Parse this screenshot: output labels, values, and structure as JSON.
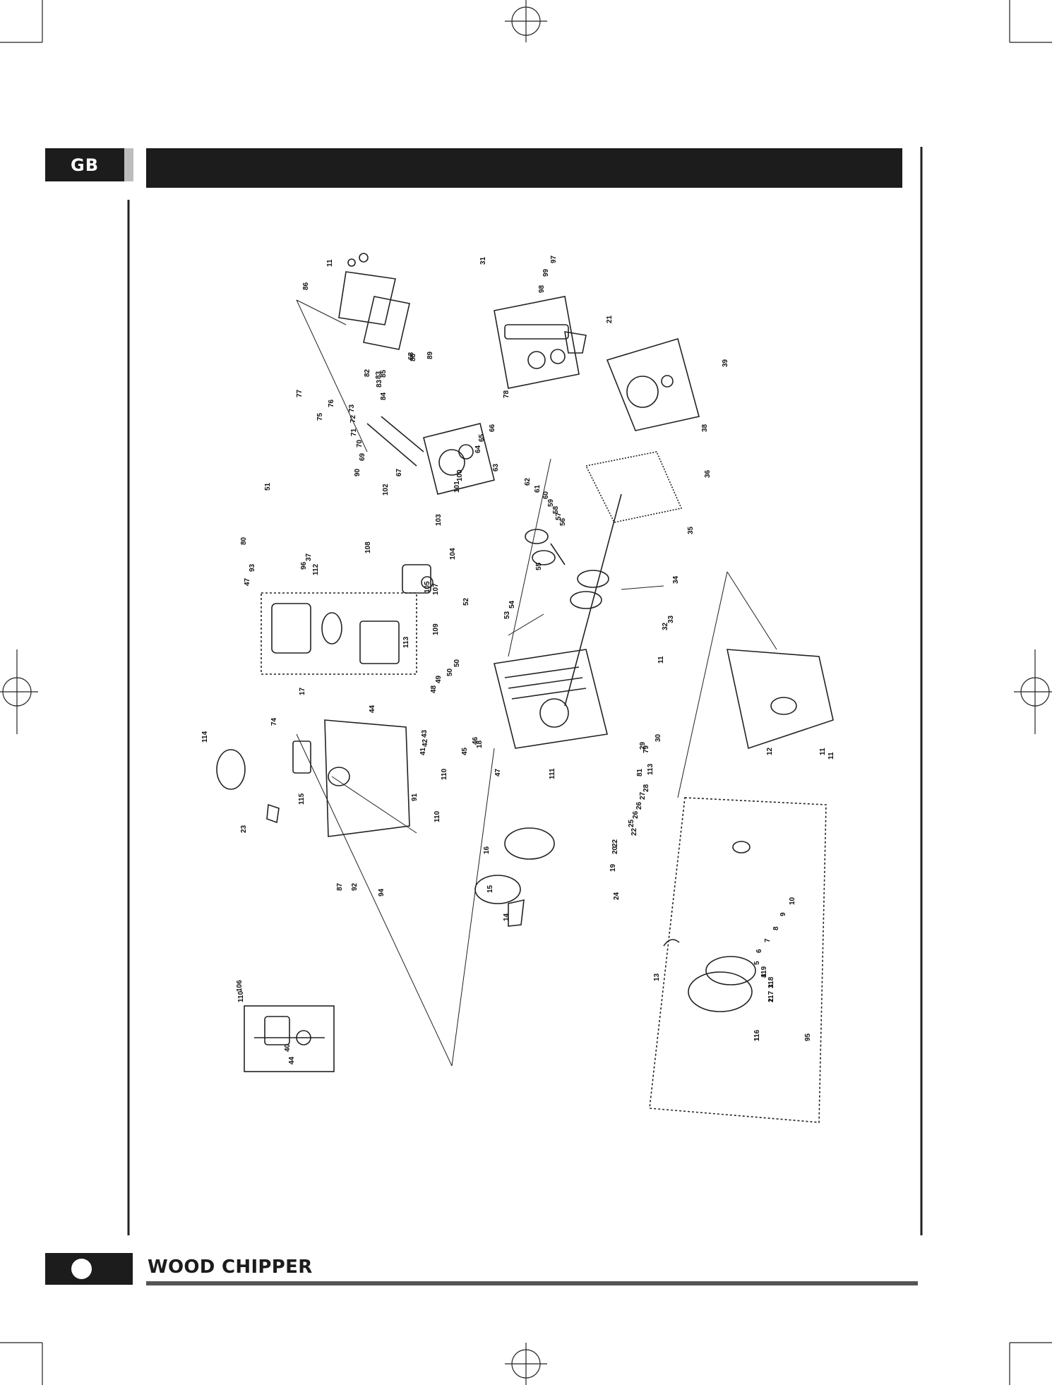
{
  "header": {
    "language_tab": "GB"
  },
  "footer": {
    "title": "WOOD CHIPPER"
  },
  "diagram": {
    "part_labels": [
      "1",
      "2",
      "3",
      "4",
      "5",
      "6",
      "7",
      "8",
      "9",
      "10",
      "11",
      "11",
      "11",
      "11",
      "12",
      "13",
      "14",
      "15",
      "16",
      "17",
      "18",
      "19",
      "20",
      "21",
      "22",
      "22",
      "23",
      "24",
      "25",
      "26",
      "26",
      "27",
      "28",
      "29",
      "30",
      "31",
      "32",
      "33",
      "34",
      "35",
      "36",
      "37",
      "38",
      "39",
      "40",
      "41",
      "42",
      "43",
      "44",
      "45",
      "46",
      "47",
      "47",
      "48",
      "49",
      "50",
      "50",
      "51",
      "52",
      "53",
      "54",
      "55",
      "56",
      "57",
      "58",
      "59",
      "60",
      "61",
      "62",
      "63",
      "64",
      "65",
      "66",
      "67",
      "68",
      "69",
      "70",
      "71",
      "72",
      "73",
      "74",
      "75",
      "76",
      "77",
      "78",
      "79",
      "80",
      "81",
      "82",
      "83",
      "83",
      "84",
      "85",
      "86",
      "87",
      "88",
      "89",
      "90",
      "91",
      "92",
      "93",
      "94",
      "95",
      "96",
      "97",
      "98",
      "99",
      "100",
      "101",
      "102",
      "103",
      "104",
      "105",
      "106",
      "107",
      "108",
      "109",
      "110",
      "110",
      "111",
      "112",
      "113",
      "113",
      "114",
      "115",
      "116",
      "117",
      "118",
      "119"
    ],
    "inset_labels": [
      "110",
      "44"
    ]
  }
}
